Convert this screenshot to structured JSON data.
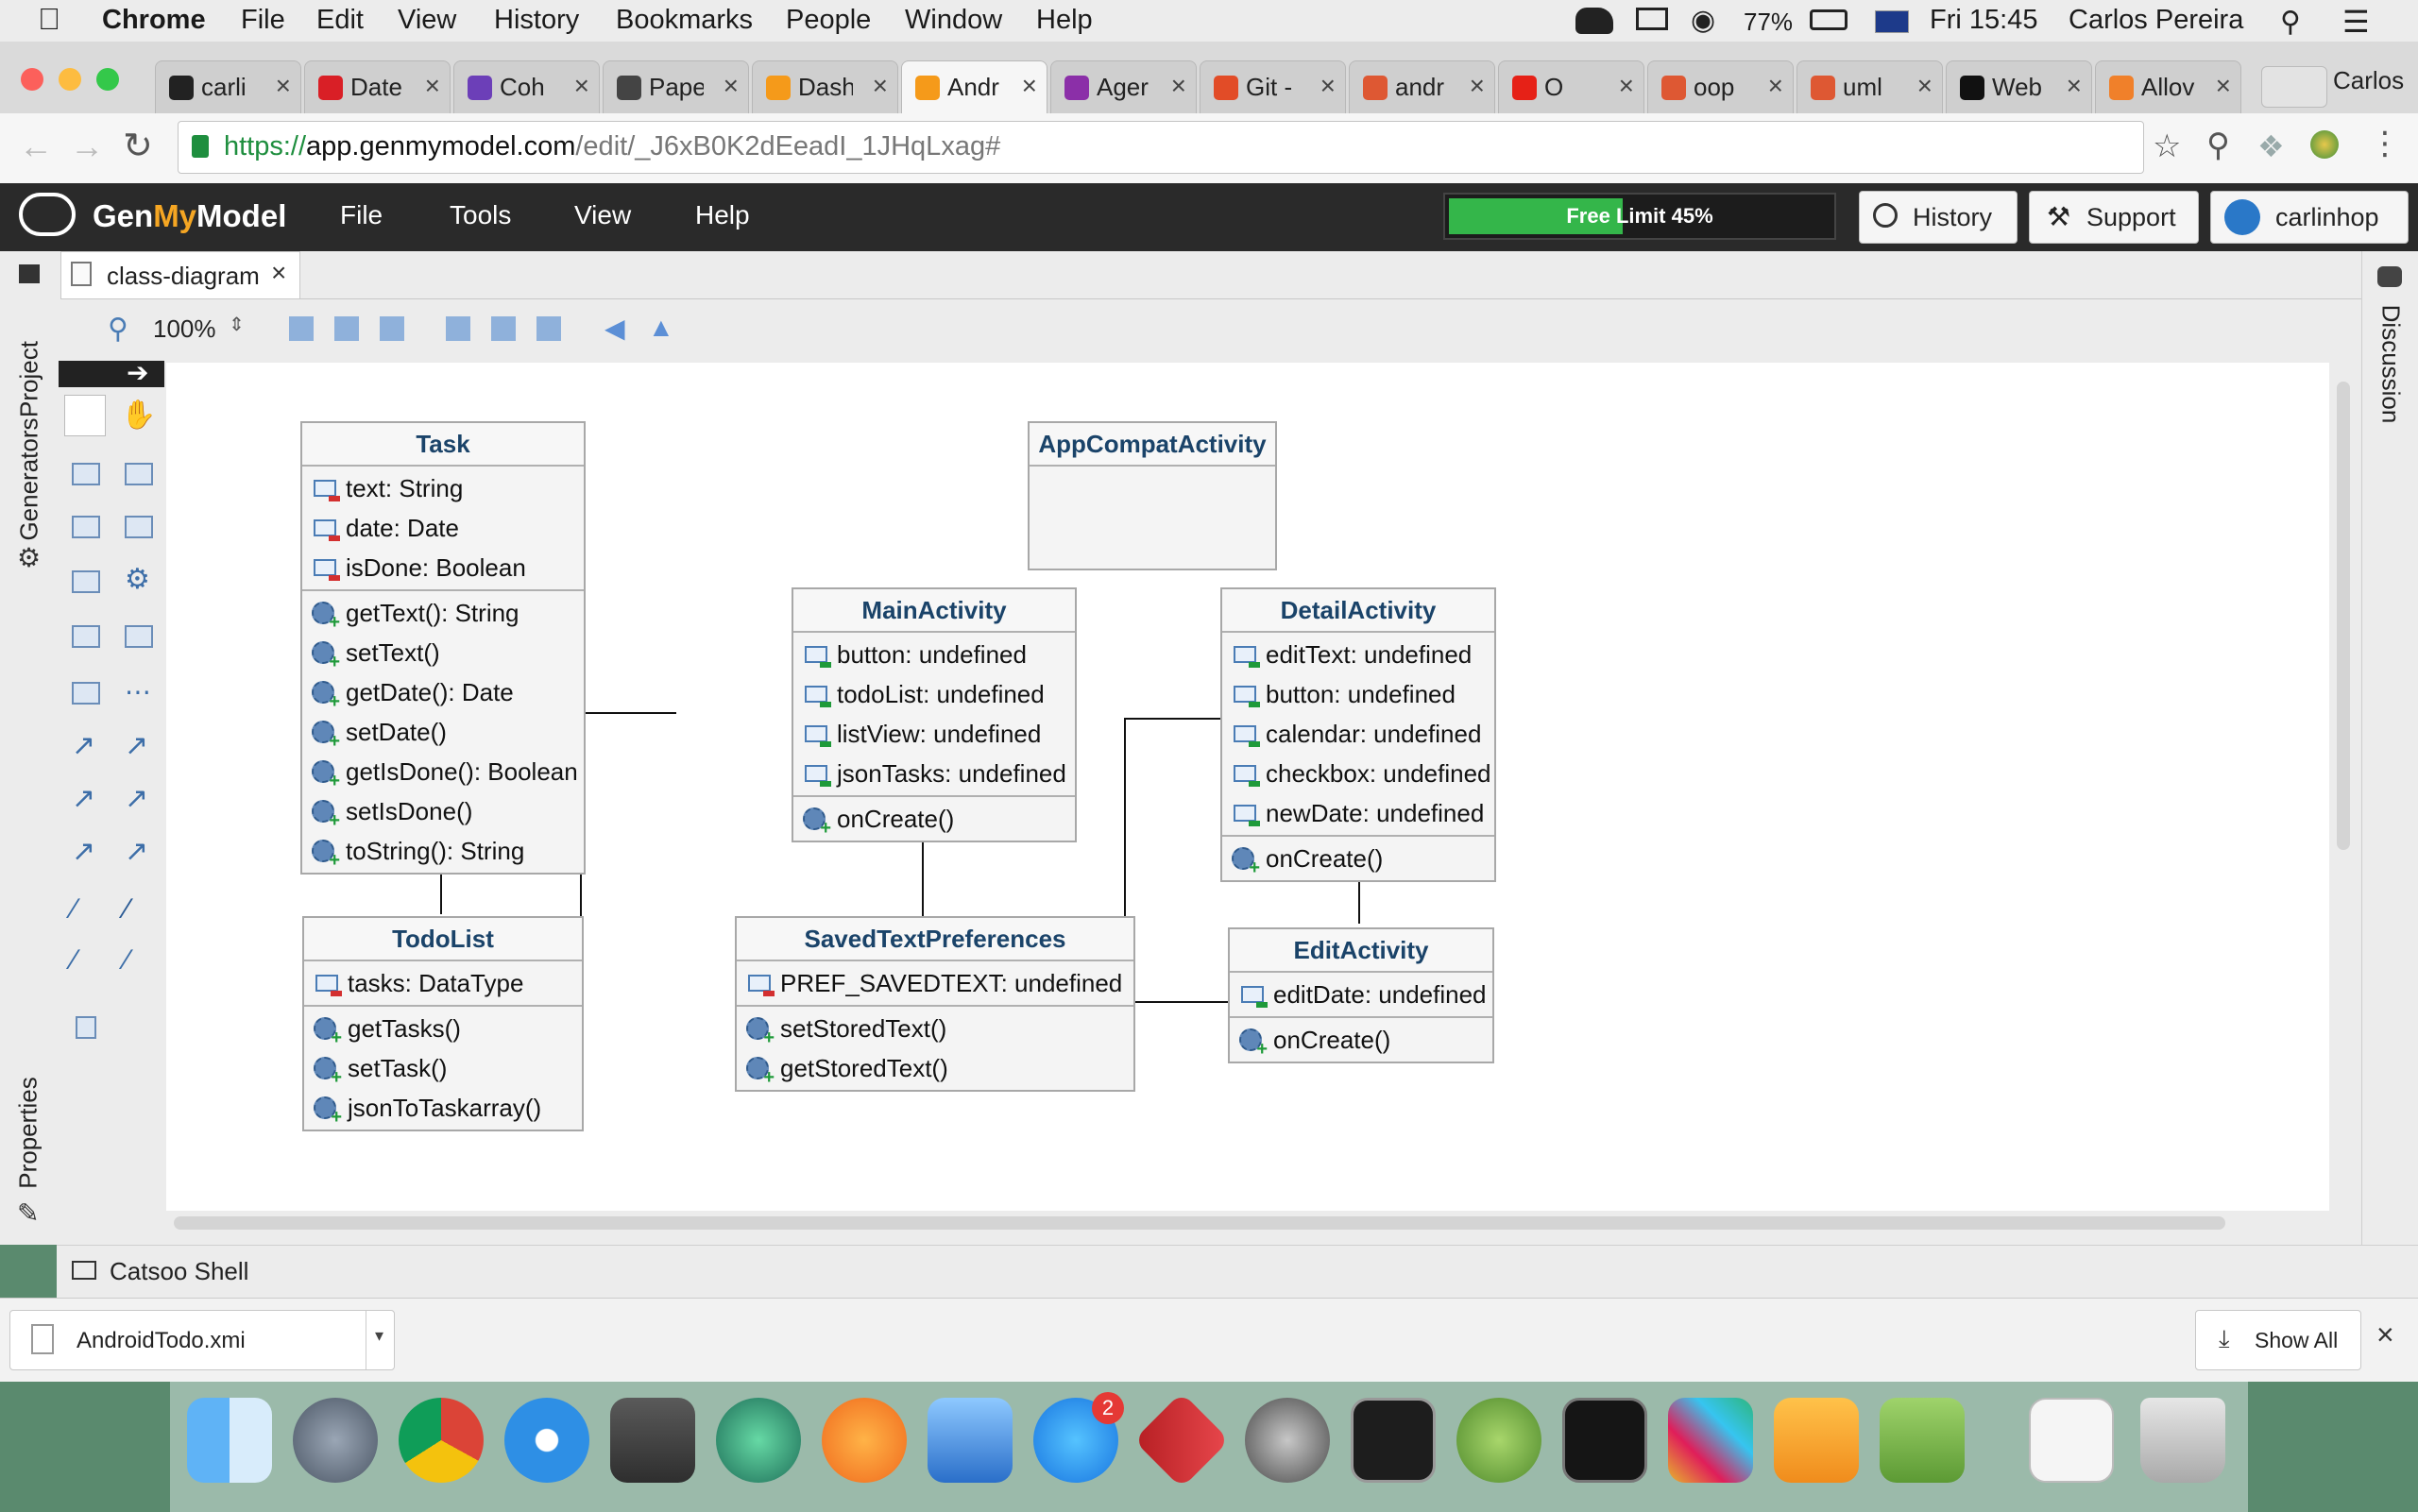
{
  "os_menubar": {
    "app_name": "Chrome",
    "menus": [
      "File",
      "Edit",
      "View",
      "History",
      "Bookmarks",
      "People",
      "Window",
      "Help"
    ],
    "battery": "77%",
    "clock": "Fri 15:45",
    "user": "Carlos Pereira"
  },
  "browser": {
    "profile": "Carlos",
    "tabs": [
      {
        "label": "carli",
        "icon": "github-icon",
        "color": "#222222"
      },
      {
        "label": "Date",
        "icon": "oracle-icon",
        "color": "#d91f26"
      },
      {
        "label": "Coh",
        "icon": "list-icon",
        "color": "#6c3fb8"
      },
      {
        "label": "Pape",
        "icon": "bbc-icon",
        "color": "#444444"
      },
      {
        "label": "Dash",
        "icon": "cloud-icon",
        "color": "#f59a1a"
      },
      {
        "label": "Andr",
        "icon": "cloud-icon",
        "color": "#f59a1a"
      },
      {
        "label": "Ager",
        "icon": "grid-icon",
        "color": "#8b2fa8"
      },
      {
        "label": "Git -",
        "icon": "git-icon",
        "color": "#e24c27"
      },
      {
        "label": "andr",
        "icon": "duckduckgo-icon",
        "color": "#de5833"
      },
      {
        "label": "O",
        "icon": "youtube-icon",
        "color": "#e62117"
      },
      {
        "label": "oop",
        "icon": "duckduckgo-icon",
        "color": "#de5833"
      },
      {
        "label": "uml",
        "icon": "duckduckgo-icon",
        "color": "#de5833"
      },
      {
        "label": "Web",
        "icon": "jetbrains-icon",
        "color": "#111111"
      },
      {
        "label": "Allov",
        "icon": "u-icon",
        "color": "#f0802a"
      }
    ],
    "url_scheme": "https://",
    "url_host": "app.genmymodel.com",
    "url_path": "/edit/_J6xB0K2dEeadI_1JHqLxag#"
  },
  "app": {
    "logo_gen": "Gen",
    "logo_my": "My",
    "logo_model": "Model",
    "menus": [
      "File",
      "Tools",
      "View",
      "Help"
    ],
    "free_limit_label": "Free Limit 45%",
    "free_limit_fraction": 0.45,
    "history_label": "History",
    "support_label": "Support",
    "user_label": "carlinhop",
    "editor_tab": "class-diagram",
    "zoom": "100%",
    "left_panels": [
      "Project",
      "Generators",
      "Properties"
    ],
    "right_panel": "Discussion",
    "shell_label": "Catsoo Shell"
  },
  "diagram": {
    "task": {
      "name": "Task",
      "attributes": [
        "text: String",
        "date: Date",
        "isDone: Boolean"
      ],
      "operations": [
        "getText(): String",
        "setText()",
        "getDate(): Date",
        "setDate()",
        "getIsDone(): Boolean",
        "setIsDone()",
        "toString(): String"
      ]
    },
    "todolist": {
      "name": "TodoList",
      "attributes": [
        "tasks: DataType"
      ],
      "operations": [
        "getTasks()",
        "setTask()",
        "jsonToTaskarray()"
      ]
    },
    "appcompat": {
      "name": "AppCompatActivity"
    },
    "mainactivity": {
      "name": "MainActivity",
      "attributes": [
        "button: undefined",
        "todoList: undefined",
        "listView: undefined",
        "jsonTasks: undefined"
      ],
      "operations": [
        "onCreate()"
      ]
    },
    "detailactivity": {
      "name": "DetailActivity",
      "attributes": [
        "editText: undefined",
        "button: undefined",
        "calendar: undefined",
        "checkbox: undefined",
        "newDate: undefined"
      ],
      "operations": [
        "onCreate()"
      ]
    },
    "savedtext": {
      "name": "SavedTextPreferences",
      "attributes": [
        "PREF_SAVEDTEXT: undefined"
      ],
      "operations": [
        "setStoredText()",
        "getStoredText()"
      ]
    },
    "editactivity": {
      "name": "EditActivity",
      "attributes": [
        "editDate: undefined"
      ],
      "operations": [
        "onCreate()"
      ]
    }
  },
  "downloads": {
    "file": "AndroidTodo.xmi",
    "show_all": "Show All"
  },
  "dock": {
    "appstore_badge": "2"
  }
}
